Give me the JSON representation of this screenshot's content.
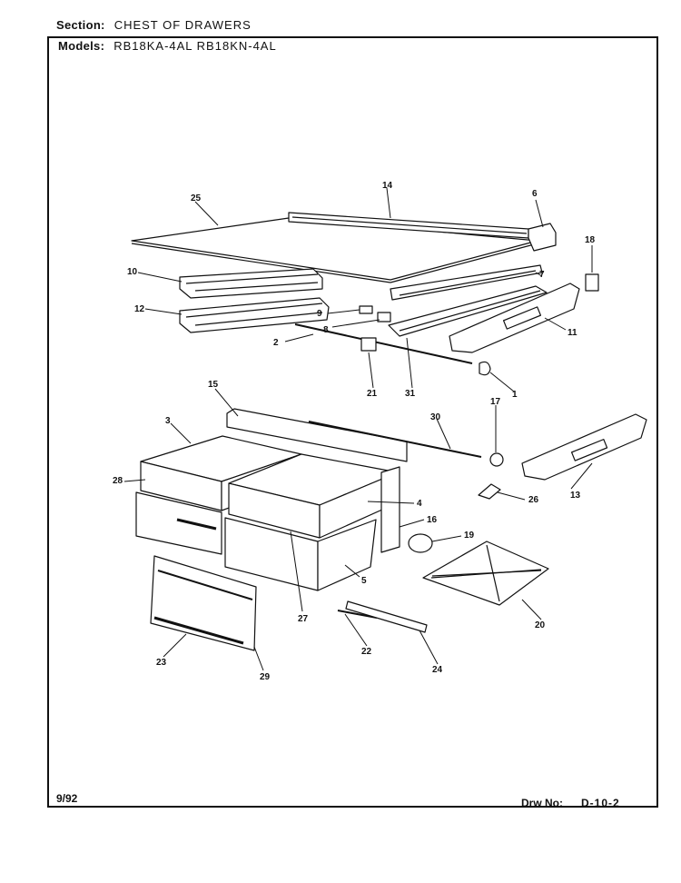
{
  "header": {
    "section_label": "Section:",
    "section_value": "CHEST OF DRAWERS",
    "models_label": "Models:",
    "models_value": "RB18KA-4AL   RB18KN-4AL"
  },
  "footer": {
    "date": "9/92",
    "drw_label": "Drw No:",
    "drw_value": "D-10-2"
  },
  "callouts": {
    "c1": "1",
    "c2": "2",
    "c3": "3",
    "c4": "4",
    "c5": "5",
    "c6": "6",
    "c7": "7",
    "c8": "8",
    "c9": "9",
    "c10": "10",
    "c11": "11",
    "c12": "12",
    "c13": "13",
    "c14": "14",
    "c15": "15",
    "c16": "16",
    "c17": "17",
    "c18": "18",
    "c19": "19",
    "c20": "20",
    "c21": "21",
    "c22": "22",
    "c23": "23",
    "c24": "24",
    "c25": "25",
    "c26": "26",
    "c27": "27",
    "c28": "28",
    "c29": "29",
    "c30": "30",
    "c31": "31"
  }
}
